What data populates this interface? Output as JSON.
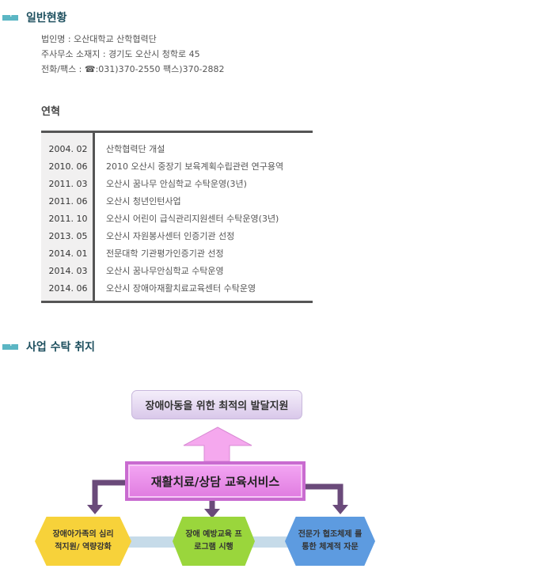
{
  "sections": {
    "general": "일반현황",
    "purpose": "사업 수탁 취지"
  },
  "info": [
    "법인명 : 오산대학교 산학협력단",
    "주사무소 소재지 : 경기도 오산시 청학로 45",
    "전화/팩스 : ☎:031)370-2550 팩스)370-2882"
  ],
  "history_title": "연혁",
  "history": [
    {
      "date": "2004. 02",
      "event": "산학협력단 개설"
    },
    {
      "date": "2010. 06",
      "event": "2010 오산시 중장기 보육계획수립관련 연구용역"
    },
    {
      "date": "2011. 03",
      "event": "오산시 꿈나무 안심학교 수탁운영(3년)"
    },
    {
      "date": "2011. 06",
      "event": "오산시 청년인턴사업"
    },
    {
      "date": "2011. 10",
      "event": "오산시 어린이 급식관리지원센터 수탁운영(3년)"
    },
    {
      "date": "2013. 05",
      "event": "오산시 자원봉사센터 인증기관 선정"
    },
    {
      "date": "2014. 01",
      "event": "전문대학 기관평가인증기관 선정"
    },
    {
      "date": "2014. 03",
      "event": "오산시 꿈나무안심학교 수탁운영"
    },
    {
      "date": "2014. 06",
      "event": "오산시 장애아재활치료교육센터 수탁운영"
    }
  ],
  "diagram": {
    "goal": "장애아동을 위한 최적의 발달지원",
    "main": "재활치료/상담 교육서비스",
    "left": "장애아가족의 심리적지원/ 역량강화",
    "center": "장애 예방교육 프로그램 시행",
    "right": "전문가 협조체제 를 통한 체계적 자문"
  }
}
